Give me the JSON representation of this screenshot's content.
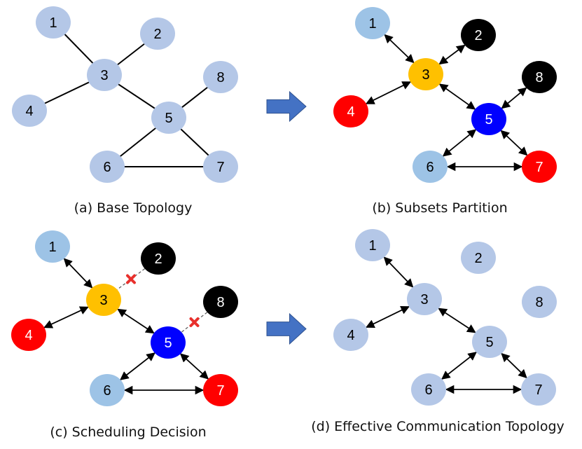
{
  "colors": {
    "light_blue": "#b4c7e7",
    "sky_blue": "#9dc3e6",
    "orange": "#ffc000",
    "black": "#000000",
    "red": "#ff0000",
    "blue": "#0000ff",
    "arrow": "#4472c4",
    "cross": "#e8302c"
  },
  "panels": [
    {
      "id": "a",
      "caption": "(a) Base Topology",
      "nodes": [
        {
          "label": "1",
          "color": "light_blue"
        },
        {
          "label": "2",
          "color": "light_blue"
        },
        {
          "label": "3",
          "color": "light_blue"
        },
        {
          "label": "4",
          "color": "light_blue"
        },
        {
          "label": "5",
          "color": "light_blue"
        },
        {
          "label": "6",
          "color": "light_blue"
        },
        {
          "label": "7",
          "color": "light_blue"
        },
        {
          "label": "8",
          "color": "light_blue"
        }
      ],
      "edges": [
        {
          "from": "1",
          "to": "3",
          "style": "line"
        },
        {
          "from": "2",
          "to": "3",
          "style": "line"
        },
        {
          "from": "4",
          "to": "3",
          "style": "line"
        },
        {
          "from": "3",
          "to": "5",
          "style": "line"
        },
        {
          "from": "8",
          "to": "5",
          "style": "line"
        },
        {
          "from": "5",
          "to": "6",
          "style": "line"
        },
        {
          "from": "5",
          "to": "7",
          "style": "line"
        },
        {
          "from": "6",
          "to": "7",
          "style": "line"
        }
      ]
    },
    {
      "id": "b",
      "caption": "(b) Subsets Partition",
      "nodes": [
        {
          "label": "1",
          "color": "sky_blue"
        },
        {
          "label": "2",
          "color": "black"
        },
        {
          "label": "3",
          "color": "orange"
        },
        {
          "label": "4",
          "color": "red"
        },
        {
          "label": "5",
          "color": "blue"
        },
        {
          "label": "6",
          "color": "sky_blue"
        },
        {
          "label": "7",
          "color": "red"
        },
        {
          "label": "8",
          "color": "black"
        }
      ],
      "edges": [
        {
          "from": "1",
          "to": "3",
          "style": "double"
        },
        {
          "from": "2",
          "to": "3",
          "style": "double"
        },
        {
          "from": "4",
          "to": "3",
          "style": "double"
        },
        {
          "from": "3",
          "to": "5",
          "style": "double"
        },
        {
          "from": "8",
          "to": "5",
          "style": "double"
        },
        {
          "from": "5",
          "to": "6",
          "style": "double"
        },
        {
          "from": "5",
          "to": "7",
          "style": "double"
        },
        {
          "from": "6",
          "to": "7",
          "style": "double"
        }
      ]
    },
    {
      "id": "c",
      "caption": "(c) Scheduling Decision",
      "nodes": [
        {
          "label": "1",
          "color": "sky_blue"
        },
        {
          "label": "2",
          "color": "black"
        },
        {
          "label": "3",
          "color": "orange"
        },
        {
          "label": "4",
          "color": "red"
        },
        {
          "label": "5",
          "color": "blue"
        },
        {
          "label": "6",
          "color": "sky_blue"
        },
        {
          "label": "7",
          "color": "red"
        },
        {
          "label": "8",
          "color": "black"
        }
      ],
      "edges": [
        {
          "from": "1",
          "to": "3",
          "style": "double"
        },
        {
          "from": "2",
          "to": "3",
          "style": "dashed-cut"
        },
        {
          "from": "4",
          "to": "3",
          "style": "double"
        },
        {
          "from": "3",
          "to": "5",
          "style": "double"
        },
        {
          "from": "8",
          "to": "5",
          "style": "dashed-cut"
        },
        {
          "from": "5",
          "to": "6",
          "style": "double"
        },
        {
          "from": "5",
          "to": "7",
          "style": "double"
        },
        {
          "from": "6",
          "to": "7",
          "style": "double"
        }
      ]
    },
    {
      "id": "d",
      "caption": "(d) Effective Communication Topology",
      "nodes": [
        {
          "label": "1",
          "color": "light_blue"
        },
        {
          "label": "2",
          "color": "light_blue"
        },
        {
          "label": "3",
          "color": "light_blue"
        },
        {
          "label": "4",
          "color": "light_blue"
        },
        {
          "label": "5",
          "color": "light_blue"
        },
        {
          "label": "6",
          "color": "light_blue"
        },
        {
          "label": "7",
          "color": "light_blue"
        },
        {
          "label": "8",
          "color": "light_blue"
        }
      ],
      "edges": [
        {
          "from": "1",
          "to": "3",
          "style": "double"
        },
        {
          "from": "4",
          "to": "3",
          "style": "double"
        },
        {
          "from": "3",
          "to": "5",
          "style": "double"
        },
        {
          "from": "5",
          "to": "6",
          "style": "double"
        },
        {
          "from": "5",
          "to": "7",
          "style": "double"
        },
        {
          "from": "6",
          "to": "7",
          "style": "double"
        }
      ]
    }
  ],
  "transition_arrows": [
    {
      "from_panel": "a",
      "to_panel": "b"
    },
    {
      "from_panel": "c",
      "to_panel": "d"
    }
  ]
}
